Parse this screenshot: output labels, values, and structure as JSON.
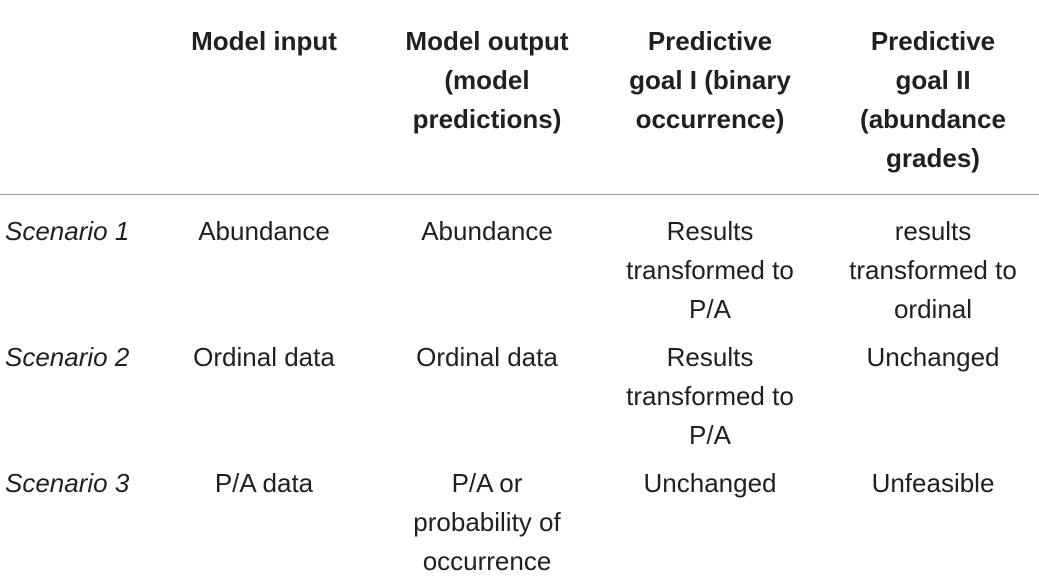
{
  "header": {
    "col0": "",
    "col1": "Model input",
    "col2": "Model output\n(model\npredictions)",
    "col3": "Predictive\ngoal I (binary\noccurrence)",
    "col4": "Predictive\ngoal II\n(abundance\ngrades)"
  },
  "rows": [
    {
      "label": "Scenario 1",
      "input": "Abundance",
      "output": "Abundance",
      "goal1": "Results\ntransformed to\nP/A",
      "goal2": "results\ntransformed to\nordinal"
    },
    {
      "label": "Scenario 2",
      "input": "Ordinal data",
      "output": "Ordinal data",
      "goal1": "Results\ntransformed to\nP/A",
      "goal2": "Unchanged"
    },
    {
      "label": "Scenario 3",
      "input": "P/A data",
      "output": "P/A or\nprobability of\noccurrence",
      "goal1": "Unchanged",
      "goal2": "Unfeasible"
    }
  ]
}
